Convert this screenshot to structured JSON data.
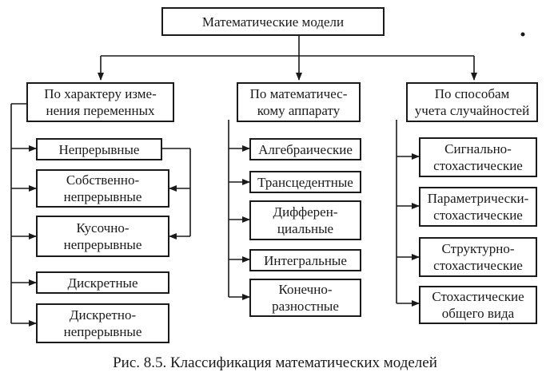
{
  "diagram": {
    "root": "Математические модели",
    "groups": [
      {
        "title": "По характеру изме-\nнения переменных",
        "items": [
          "Непрерывные",
          "Собственно-\nнепрерывные",
          "Кусочно-\nнепрерывные",
          "Дискретные",
          "Дискретно-\nнепрерывные"
        ]
      },
      {
        "title": "По математичес-\nкому аппарату",
        "items": [
          "Алгебраические",
          "Трансцедентные",
          "Дифферен-\nциальные",
          "Интегральные",
          "Конечно-\nразностные"
        ]
      },
      {
        "title": "По способам\nучета случайностей",
        "items": [
          "Сигнально-\nстохастические",
          "Параметрически-\nстохастические",
          "Структурно-\nстохастические",
          "Стохастические\nобщего вида"
        ]
      }
    ],
    "caption": "Рис. 8.5. Классификация математических моделей"
  }
}
